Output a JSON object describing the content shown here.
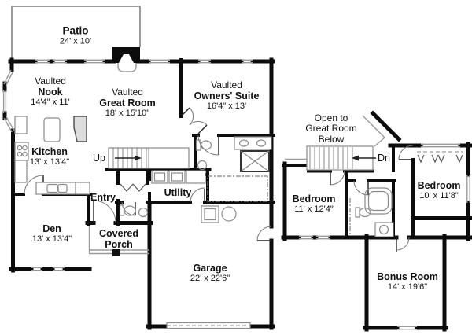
{
  "colors": {
    "wall": "#0c0c0c",
    "window_line": "#9b9b9b",
    "fixture_line": "#8a8a8a",
    "background": "#ffffff",
    "text": "#111111"
  },
  "floors": {
    "first": {
      "labels": {
        "patio": {
          "name": "Patio",
          "dims": "24' x 10'"
        },
        "nook": {
          "prefix": "Vaulted",
          "name": "Nook",
          "dims": "14'4\" x 11'"
        },
        "great_room": {
          "prefix": "Vaulted",
          "name": "Great Room",
          "dims": "18' x 15'10\""
        },
        "owners_suite": {
          "prefix": "Vaulted",
          "name": "Owners' Suite",
          "dims": "16'4\" x 13'"
        },
        "kitchen": {
          "name": "Kitchen",
          "dims": "13' x 13'4\""
        },
        "den": {
          "name": "Den",
          "dims": "13' x 13'4\""
        },
        "entry": {
          "name": "Entry"
        },
        "utility": {
          "name": "Utility"
        },
        "covered_porch": {
          "line1": "Covered",
          "line2": "Porch"
        },
        "garage": {
          "name": "Garage",
          "dims": "22' x 22'6\""
        },
        "stair_direction": "Up"
      }
    },
    "second": {
      "labels": {
        "open_to_below": {
          "line1": "Open to",
          "line2": "Great Room",
          "line3": "Below"
        },
        "bedroom_left": {
          "name": "Bedroom",
          "dims": "11' x 12'4\""
        },
        "bedroom_right": {
          "name": "Bedroom",
          "dims": "10' x 11'8\""
        },
        "bonus_room": {
          "name": "Bonus Room",
          "dims": "14' x 19'6\""
        },
        "stair_direction": "Dn"
      }
    }
  }
}
